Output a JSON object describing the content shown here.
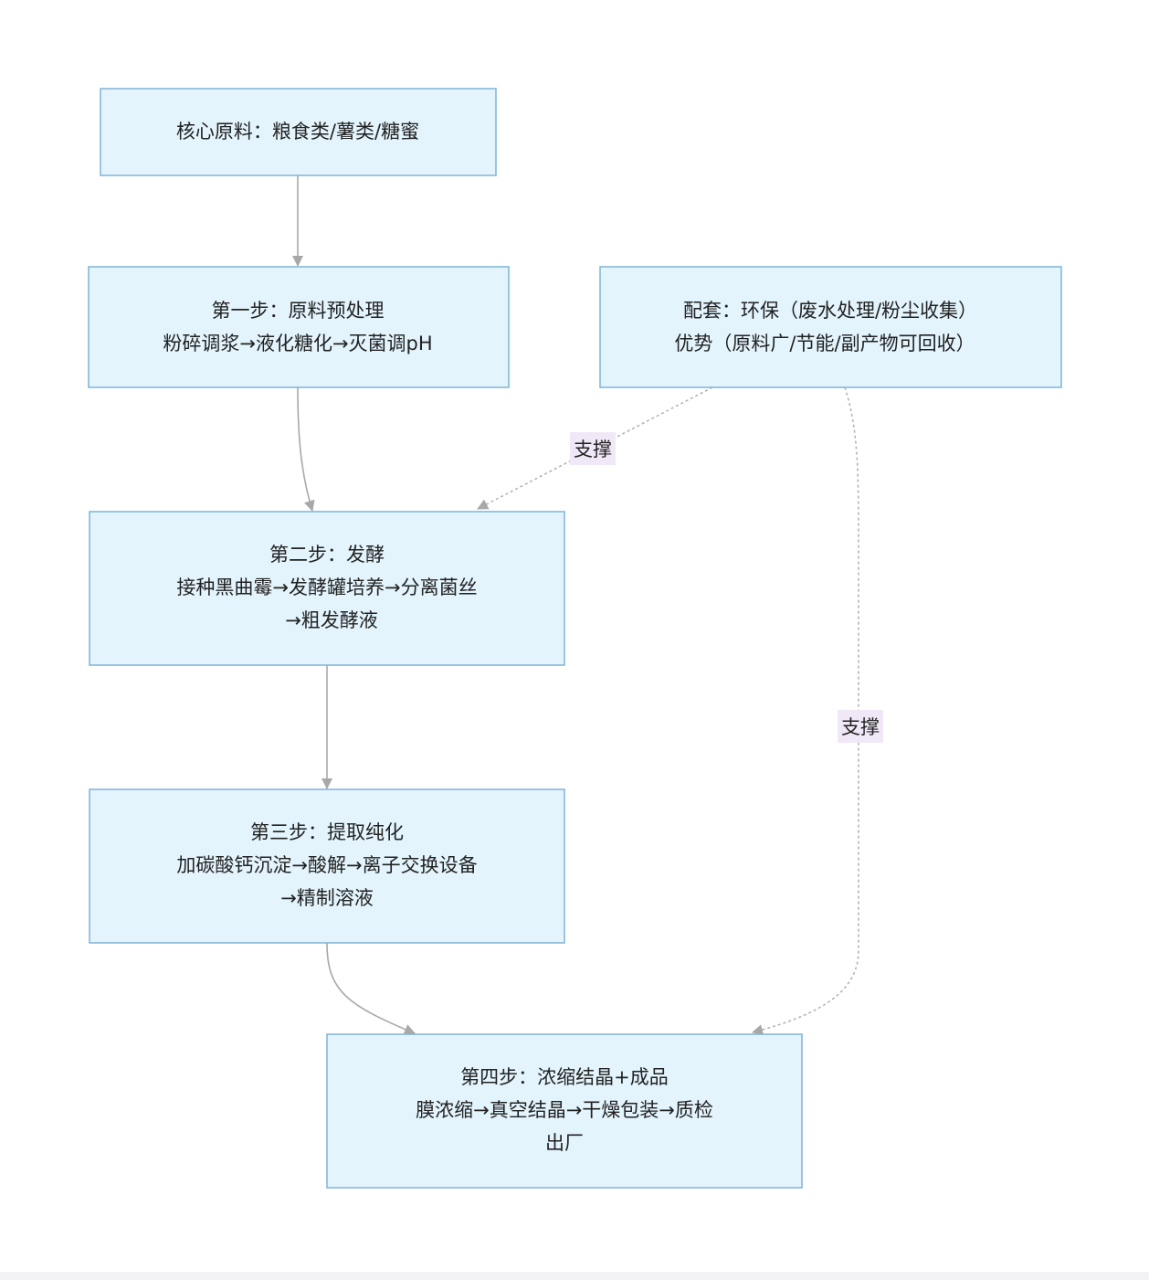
{
  "nodes": {
    "raw_material": {
      "lines": [
        "核心原料：粮食类/薯类/糖蜜"
      ]
    },
    "step1": {
      "lines": [
        "第一步：原料预处理",
        "粉碎调浆→液化糖化→灭菌调pH"
      ]
    },
    "support": {
      "lines": [
        "配套：环保（废水处理/粉尘收集）",
        "优势（原料广/节能/副产物可回收）"
      ]
    },
    "step2": {
      "lines": [
        "第二步：发酵",
        "接种黑曲霉→发酵罐培养→分离菌丝",
        "→粗发酵液"
      ]
    },
    "step3": {
      "lines": [
        "第三步：提取纯化",
        "加碳酸钙沉淀→酸解→离子交换设备",
        "→精制溶液"
      ]
    },
    "step4": {
      "lines": [
        "第四步：浓缩结晶+成品",
        "膜浓缩→真空结晶→干燥包装→质检",
        "出厂"
      ]
    }
  },
  "edges": {
    "support_to_step2": {
      "label": "支撑"
    },
    "support_to_step4": {
      "label": "支撑"
    }
  },
  "colors": {
    "node_fill": "#e3f4fc",
    "node_border": "#7eb3d8",
    "edge": "#a8a8a8",
    "edge_label_bg": "#f1e8f7"
  }
}
